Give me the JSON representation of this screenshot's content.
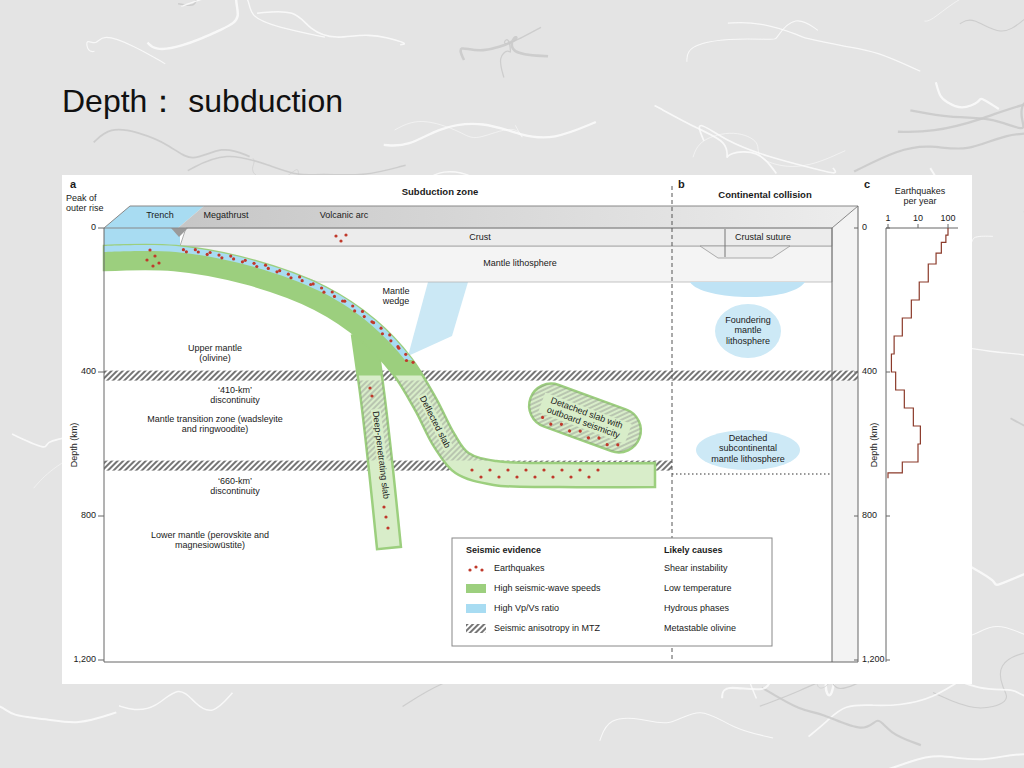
{
  "diagram": {
    "title": "Depth： subduction",
    "labels": [
      "a",
      "Peak of outer rise",
      "Trench",
      "Megathrust",
      "Volcanic arc",
      "Subduction zone",
      "b",
      "Continental collision",
      "c",
      "Earthquakes per year",
      "1",
      "10",
      "100",
      "0",
      "Crust",
      "Crustal suture",
      "0",
      "Mantle wedge",
      "Mantle lithosphere",
      "Foundering mantle lithosphere",
      "Upper mantle (olivine)",
      "400",
      "400",
      "‘410-km’ discontinuity",
      "Mantle transition zone (wadsleyite and ringwoodite)",
      "Depth (km)",
      "Deep-penetrating slab",
      "Deflected slab",
      "Detached slab with outboard seismicity",
      "Depth (km)",
      "Detached subcontinental mantle lithosphere",
      "‘660-km’ discontinuity",
      "800",
      "800",
      "Lower mantle (perovskite and magnesiowüstite)",
      "Seismic evidence",
      "Likely causes",
      "Shear instability",
      "Low temperature",
      "Hydrous phases",
      "Metastable olivine",
      "1,200",
      "1,200"
    ],
    "legend": [
      {
        "text": "Earthquakes"
      },
      {
        "text": "High seismic-wave speeds",
        "color": "#9ccf7e"
      },
      {
        "text": "High Vp/Vs ratio",
        "color": "#a8dcf2"
      },
      {
        "text": "Seismic anisotropy in MTZ"
      }
    ]
  }
}
